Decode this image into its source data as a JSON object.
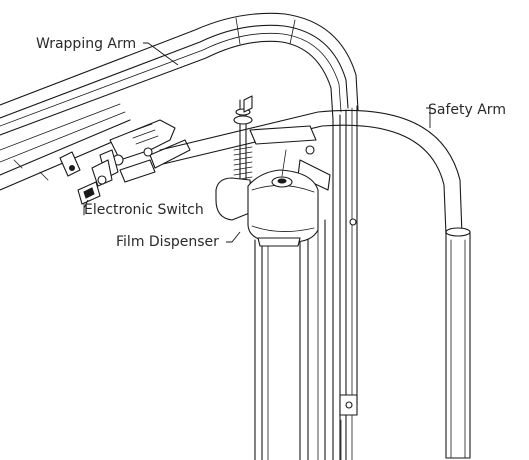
{
  "labels": {
    "wrapping_arm": "Wrapping Arm",
    "safety_arm": "Safety Arm",
    "electronic_switch": "Electronic Switch",
    "film_dispenser": "Film Dispenser"
  }
}
